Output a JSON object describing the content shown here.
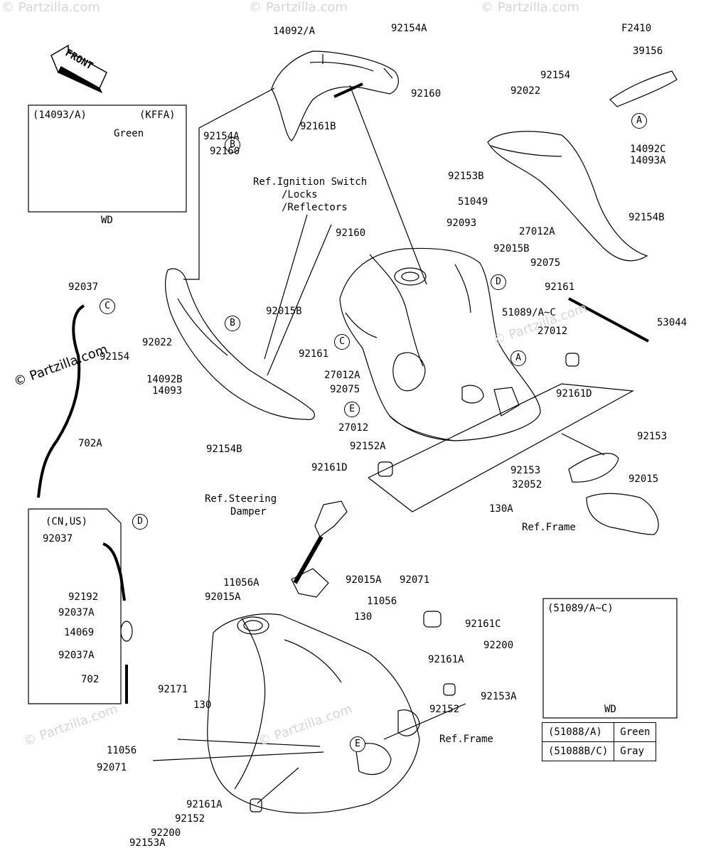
{
  "header": {
    "figure_code": "F2410",
    "front_arrow": "FRONT"
  },
  "watermarks": {
    "brand": "© Partzilla.com",
    "faint_a": "© Partzilla.com",
    "faint_b": "© Partzilla.com",
    "faint_c": "© Partzilla.com",
    "faint_d": "© Partzilla.com",
    "faint_e": "© Partzilla.com",
    "faint_f": "© Partzilla.com"
  },
  "insets": {
    "kffa": {
      "code": "(14093/A)",
      "variant": "(KFFA)",
      "color": "Green",
      "footer": "WD"
    },
    "cnus": {
      "title": "(CN,US)"
    },
    "tank": {
      "title": "(51089/A~C)",
      "footer": "WD"
    }
  },
  "legend": {
    "rows": [
      {
        "part": "(51088/A)",
        "color": "Green"
      },
      {
        "part": "(51088B/C)",
        "color": "Gray"
      }
    ]
  },
  "callouts": {
    "A": "A",
    "B": "B",
    "C": "C",
    "D": "D",
    "E": "E"
  },
  "parts": {
    "p14092A": "14092/A",
    "p92154A_top": "92154A",
    "p92160_top": "92160",
    "p92161B": "92161B",
    "p92154A_left": "92154A",
    "p92160_left": "92160",
    "ref_ignition_1": "Ref.Ignition Switch",
    "ref_ignition_2": "/Locks",
    "ref_ignition_3": "/Reflectors",
    "p92153B": "92153B",
    "p51049": "51049",
    "p92160_mid": "92160",
    "p92093": "92093",
    "p92015B_right": "92015B",
    "p39156": "39156",
    "p92154_r": "92154",
    "p92022_r": "92022",
    "p14092C": "14092C",
    "p14093A": "14093A",
    "p92154B_r": "92154B",
    "p27012A_r": "27012A",
    "p92075_r": "92075",
    "p92161_r": "92161",
    "p51089": "51089/A~C",
    "p53044": "53044",
    "p27012_r": "27012",
    "p92015B_left": "92015B",
    "p92161_left": "92161",
    "p92037_top": "92037",
    "p92022_left": "92022",
    "p92154_left": "92154",
    "p14092B": "14092B",
    "p14093": "14093",
    "p27012A_left": "27012A",
    "p92075_left": "92075",
    "p92154B_left": "92154B",
    "p27012_mid": "27012",
    "p92152A": "92152A",
    "p92161D_right": "92161D",
    "p92161D_left": "92161D",
    "p92153_r": "92153",
    "p92153_mid": "92153",
    "p92015_r": "92015",
    "p32052": "32052",
    "p130A": "130A",
    "ref_frame_r": "Ref.Frame",
    "p702A": "702A",
    "ref_steer_1": "Ref.Steering",
    "ref_steer_2": "Damper",
    "p92037_cn": "92037",
    "p92192": "92192",
    "p92037A_1": "92037A",
    "p14069": "14069",
    "p92037A_2": "92037A",
    "p702": "702",
    "p11056A": "11056A",
    "p92015A_left": "92015A",
    "p92015A_right": "92015A",
    "p92071_top": "92071",
    "p11056_mid": "11056",
    "p130_mid": "130",
    "p92161C": "92161C",
    "p92200_r": "92200",
    "p92161A_r": "92161A",
    "p92153A_r": "92153A",
    "p92152_r": "92152",
    "ref_frame_bottom": "Ref.Frame",
    "p92171": "92171",
    "p130_left": "130",
    "p11056_left": "11056",
    "p92071_left": "92071",
    "p92161A_b": "92161A",
    "p92152_b": "92152",
    "p92200_b": "92200",
    "p92153A_b": "92153A"
  }
}
